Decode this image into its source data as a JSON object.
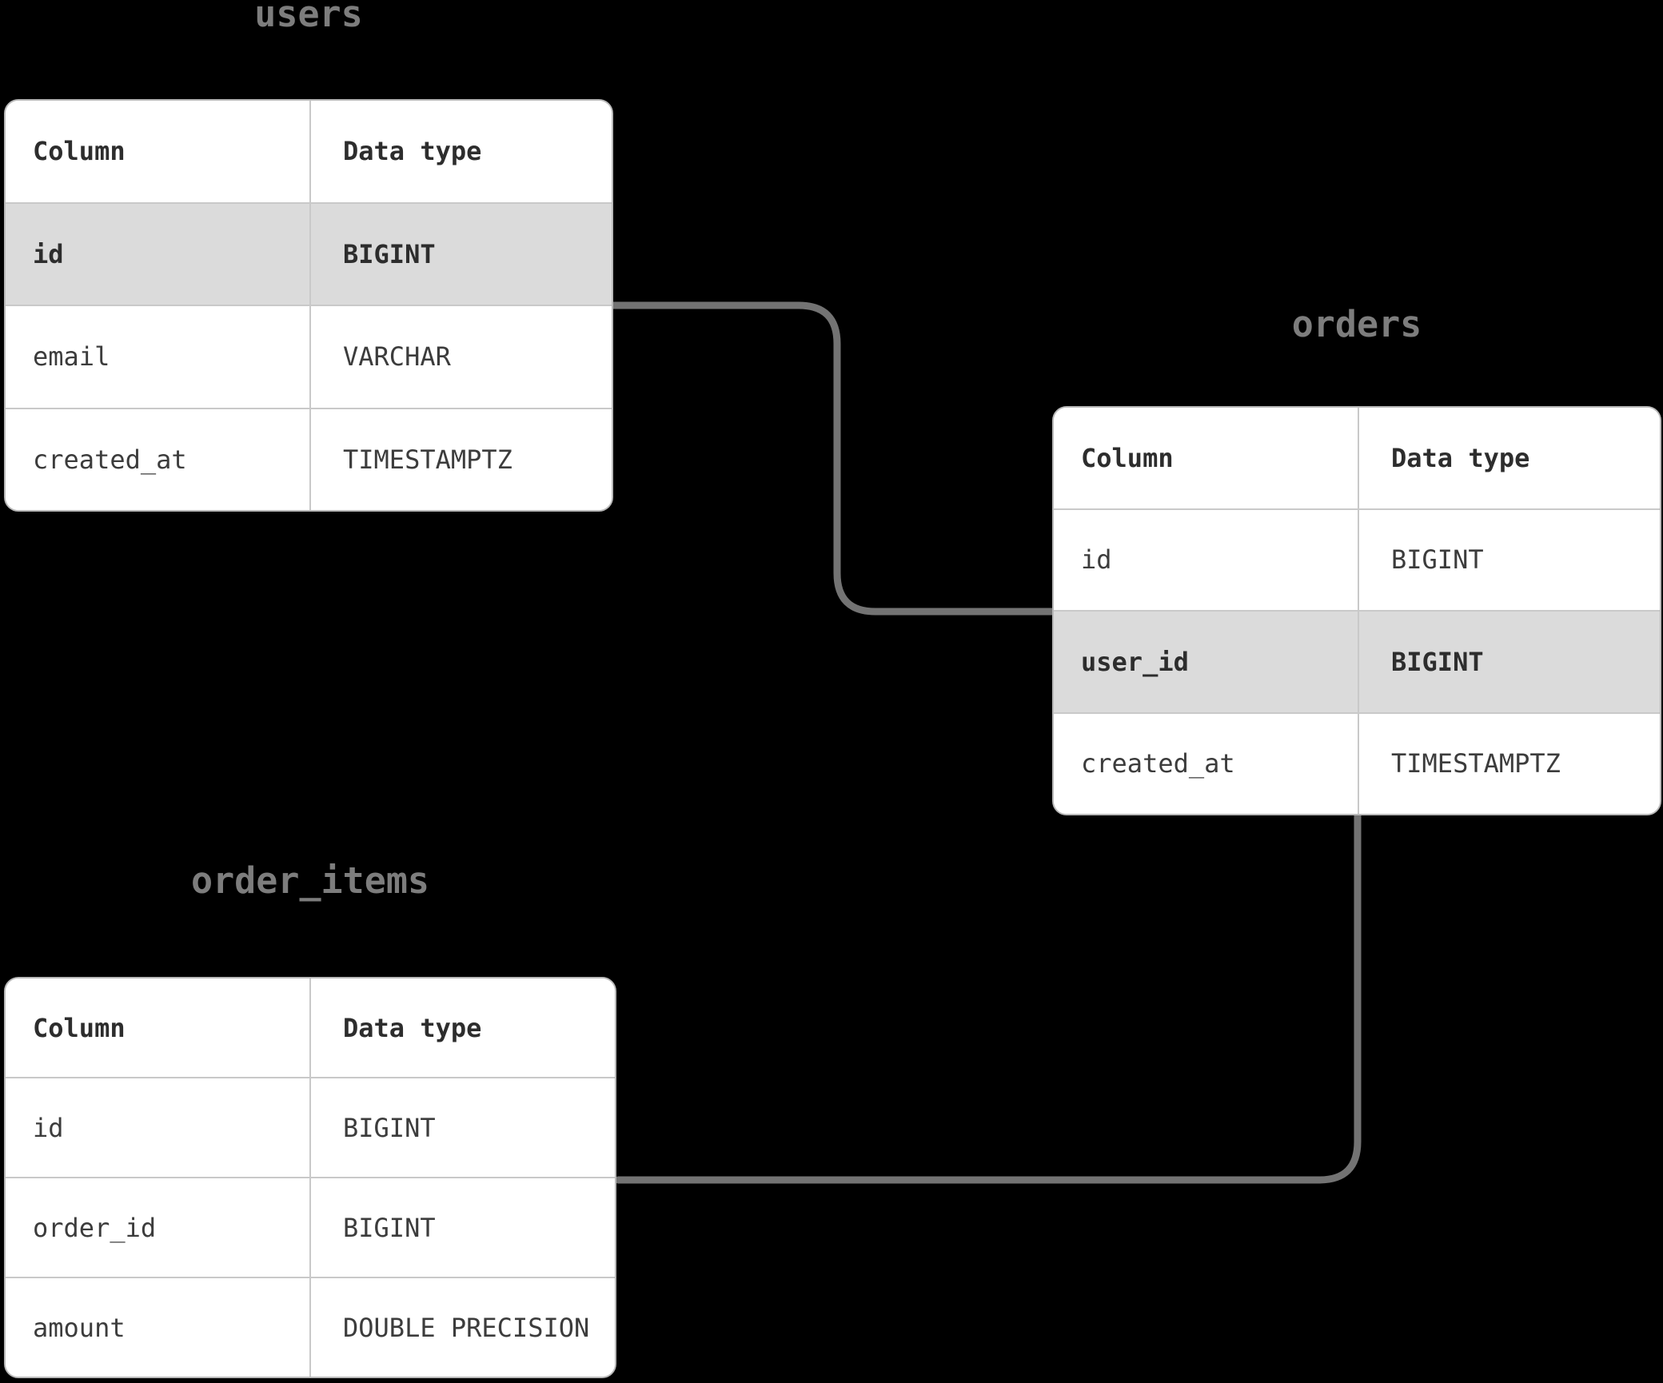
{
  "diagram": {
    "background_color": "#000000",
    "connector_color": "#737373",
    "highlight_color": "#dbdbdb",
    "title_color": "#7d7d7d"
  },
  "tables": [
    {
      "title": "users",
      "headers": [
        "Column",
        "Data type"
      ],
      "rows": [
        {
          "column": "id",
          "type": "BIGINT",
          "highlighted": true
        },
        {
          "column": "email",
          "type": "VARCHAR",
          "highlighted": false
        },
        {
          "column": "created_at",
          "type": "TIMESTAMPTZ",
          "highlighted": false
        }
      ]
    },
    {
      "title": "orders",
      "headers": [
        "Column",
        "Data type"
      ],
      "rows": [
        {
          "column": "id",
          "type": "BIGINT",
          "highlighted": false
        },
        {
          "column": "user_id",
          "type": "BIGINT",
          "highlighted": true
        },
        {
          "column": "created_at",
          "type": "TIMESTAMPTZ",
          "highlighted": false
        }
      ]
    },
    {
      "title": "order_items",
      "headers": [
        "Column",
        "Data type"
      ],
      "rows": [
        {
          "column": "id",
          "type": "BIGINT",
          "highlighted": false
        },
        {
          "column": "order_id",
          "type": "BIGINT",
          "highlighted": false
        },
        {
          "column": "amount",
          "type": "DOUBLE PRECISION",
          "highlighted": false
        }
      ]
    }
  ],
  "relationships": [
    {
      "from": "users.id",
      "to": "orders.user_id"
    },
    {
      "from": "orders",
      "to": "order_items.order_id"
    }
  ]
}
